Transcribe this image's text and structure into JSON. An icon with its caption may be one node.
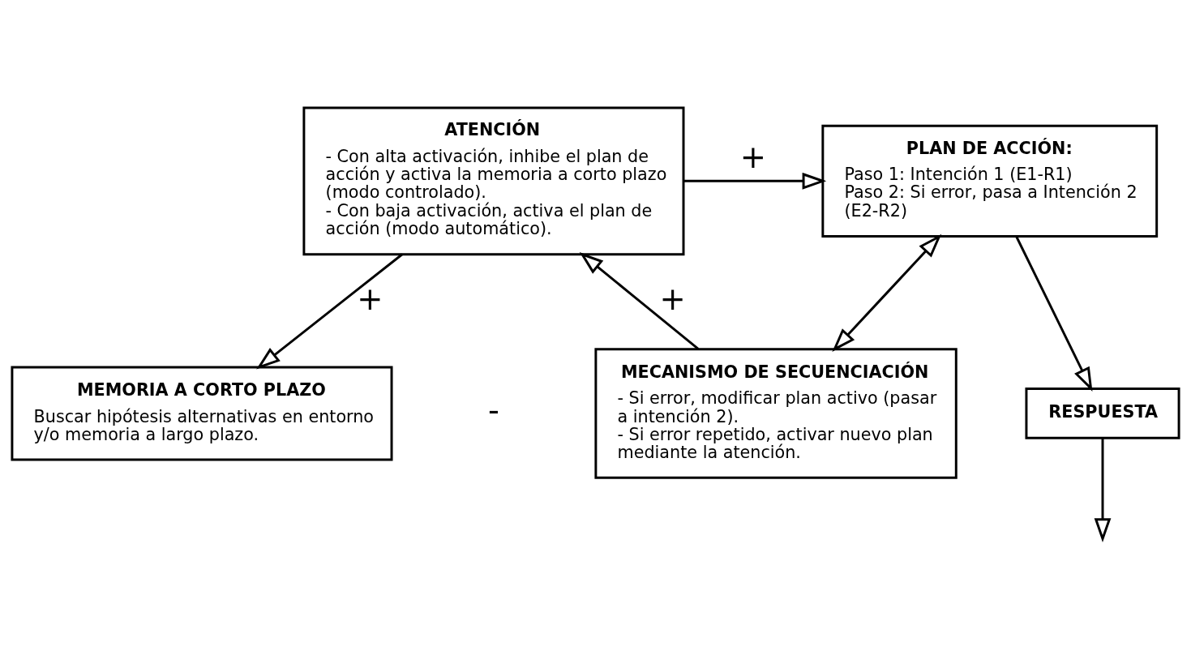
{
  "diagram": {
    "nodes": [
      {
        "text": [
          "MEMORIA A CORTO PLAZO",
          "Buscar hipótesis alternativas en entorno y/o memoria a largo plazo."
        ]
      },
      {
        "text": [
          "ATENCIÓN",
          "- Con alta activación, inhibe el plan de acción y activa la memoria a corto plazo (modo controlado).",
          "- Con baja activación, activa el plan de acción (modo automático)."
        ]
      },
      {
        "text": [
          "PLAN DE ACCIÓN:",
          "Paso 1: Intención 1 (E1-R1)",
          "Paso 2: Si error, pasa a Intención 2 (E2-R2)"
        ]
      },
      {
        "text": [
          "RESPUESTA"
        ]
      },
      {
        "text": [
          "MECANISMO DE SECUENCIACIÓN",
          "- Si error, modificar plan activo (pasar a intención 2).",
          "- Si error repetido, activar nuevo plan mediante la atención."
        ]
      }
    ],
    "edges": [
      {
        "from": 1,
        "to": 0,
        "arrow": "to",
        "label": "+"
      },
      {
        "from": 1,
        "to": 2,
        "arrow": "to",
        "label": "+"
      },
      {
        "from": 2,
        "to": 3,
        "arrow": "to"
      },
      {
        "from": 2,
        "to": 4,
        "arrow": "both"
      },
      {
        "from": 4,
        "to": 1,
        "arrow": "to",
        "label": "+"
      },
      {
        "from": 3,
        "to": null,
        "arrow": "to"
      }
    ],
    "labels": [
      "-"
    ]
  }
}
